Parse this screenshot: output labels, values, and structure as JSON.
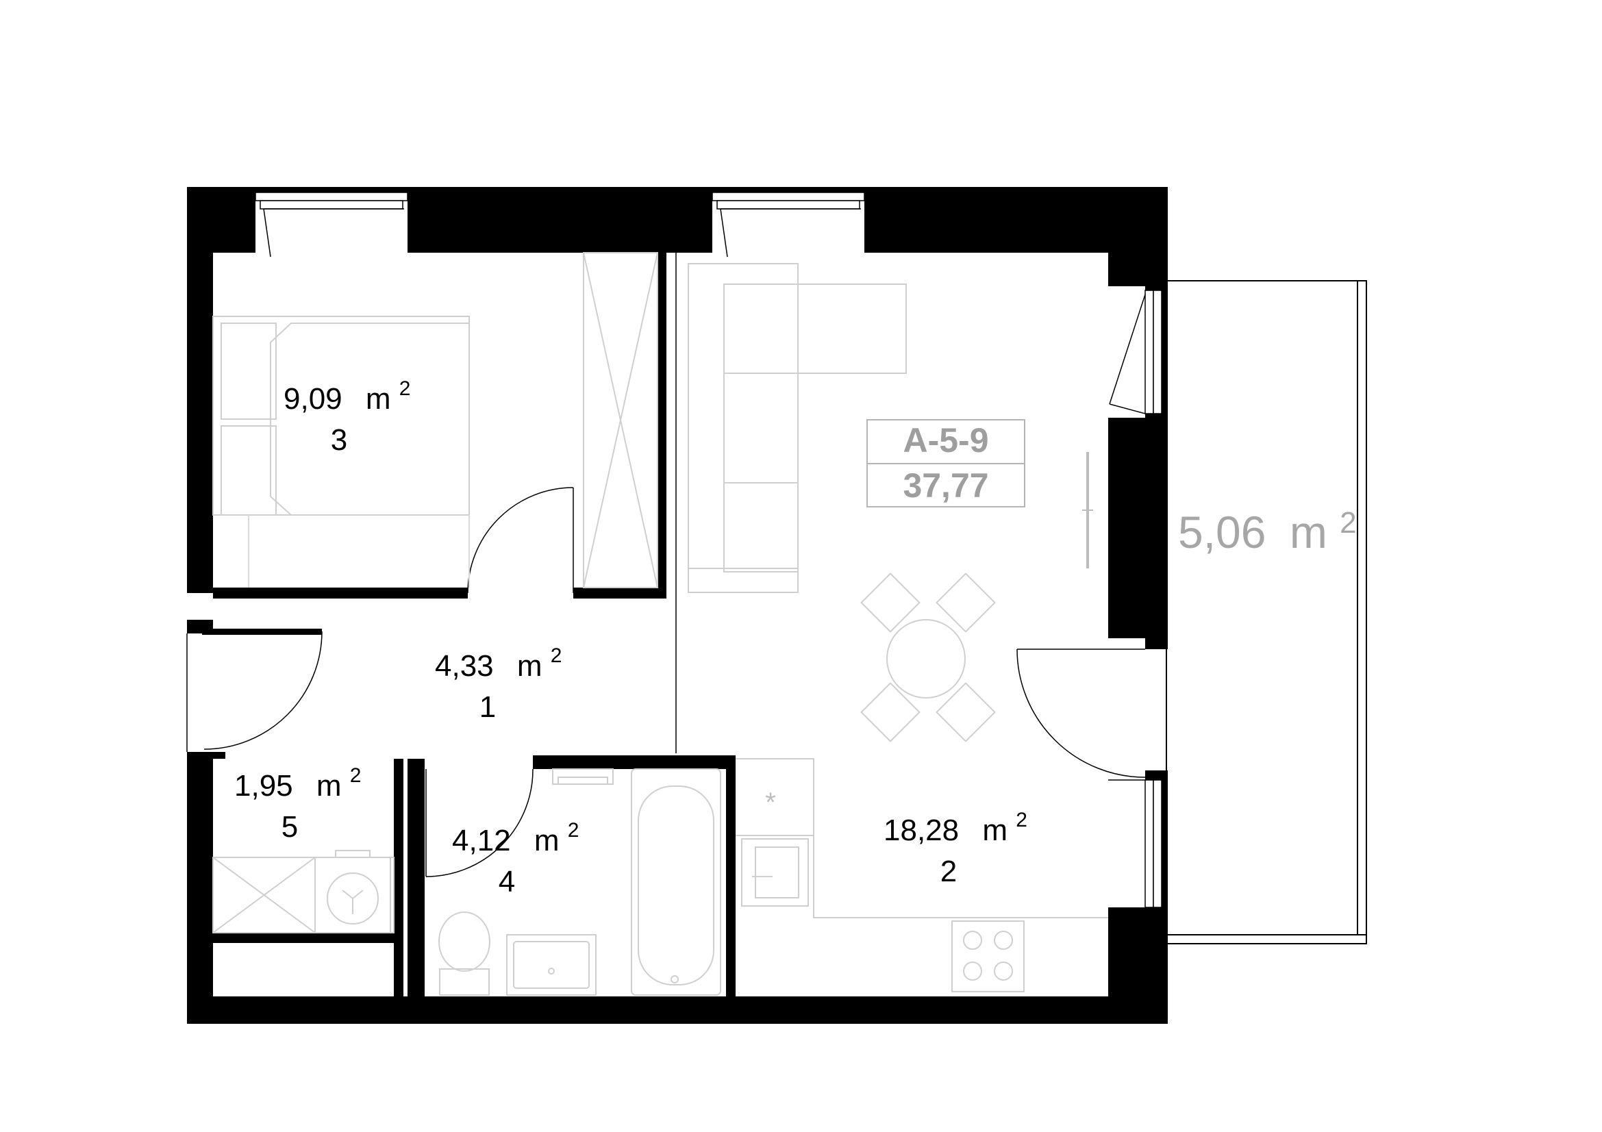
{
  "unit": {
    "code": "A-5-9",
    "total_area": "37,77"
  },
  "rooms": [
    {
      "number": "3",
      "area": "9,09",
      "unit": "m",
      "sup": "2"
    },
    {
      "number": "1",
      "area": "4,33",
      "unit": "m",
      "sup": "2"
    },
    {
      "number": "5",
      "area": "1,95",
      "unit": "m",
      "sup": "2"
    },
    {
      "number": "4",
      "area": "4,12",
      "unit": "m",
      "sup": "2"
    },
    {
      "number": "2",
      "area": "18,28",
      "unit": "m",
      "sup": "2"
    }
  ],
  "balcony": {
    "area": "5,06",
    "unit": "m",
    "sup": "2"
  },
  "colors": {
    "walls": "#000000",
    "furniture": "#cfcfcf",
    "label_grey": "#9e9e9e",
    "balcony_grey": "#a6a6a6"
  }
}
